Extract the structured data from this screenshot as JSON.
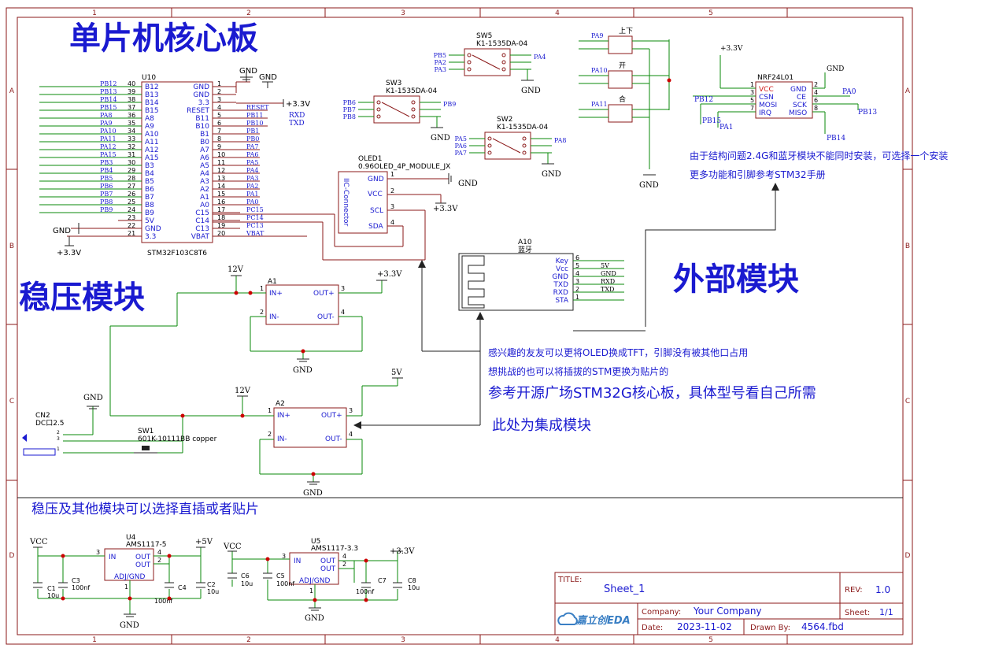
{
  "frame": {
    "cols_top": [
      "1",
      "2",
      "3",
      "4",
      "5"
    ],
    "cols_bottom": [
      "1",
      "2",
      "3",
      "4",
      "5"
    ],
    "rows_left": [
      "A",
      "B",
      "C",
      "D"
    ],
    "rows_right": [
      "A",
      "B",
      "C",
      "D"
    ]
  },
  "headings": {
    "mcu": "单片机核心板",
    "regulator": "稳压模块",
    "external": "外部模块",
    "bottom_note": "稳压及其他模块可以选择直插或者贴片"
  },
  "notes": {
    "nrf_line1": "由于结构问题2.4G和蓝牙模块不能同时安装，可选择一个安装",
    "nrf_line2": "更多功能和引脚参考STM32手册",
    "oled_line1": "感兴趣的友友可以更将OLED换成TFT，引脚没有被其他口占用",
    "oled_line2": "想挑战的也可以将插拔的STM更换为贴片的",
    "ref_line": "参考开源广场STM32G核心板，具体型号看自己所需",
    "module_line": "此处为集成模块"
  },
  "mcu": {
    "ref": "U10",
    "part": "STM32F103C8T6",
    "left_nets": [
      "PB12",
      "PB13",
      "PB14",
      "PB15",
      "PA8",
      "PA9",
      "PA10",
      "PA11",
      "PA12",
      "PA15",
      "PB3",
      "PB4",
      "PB5",
      "PB6",
      "PB7",
      "PB8",
      "PB9"
    ],
    "left_pins": [
      "40",
      "39",
      "38",
      "37",
      "36",
      "35",
      "34",
      "33",
      "32",
      "31",
      "30",
      "29",
      "28",
      "27",
      "26",
      "25",
      "24",
      "23",
      "22",
      "21"
    ],
    "left_names": [
      "B12",
      "B13",
      "B14",
      "B15",
      "A8",
      "A9",
      "A10",
      "A11",
      "A12",
      "A15",
      "B3",
      "B4",
      "B5",
      "B6",
      "B7",
      "B8",
      "B9",
      "5V",
      "GND",
      "3.3"
    ],
    "right_names": [
      "GND",
      "GND",
      "3.3",
      "RESET",
      "B11",
      "B10",
      "B1",
      "B0",
      "A7",
      "A6",
      "A5",
      "A4",
      "A3",
      "A2",
      "A1",
      "A0",
      "C15",
      "C14",
      "C13",
      "VBAT"
    ],
    "right_pins": [
      "1",
      "2",
      "3",
      "4",
      "5",
      "6",
      "7",
      "8",
      "9",
      "10",
      "11",
      "12",
      "13",
      "14",
      "15",
      "16",
      "17",
      "18",
      "19",
      "20"
    ],
    "right_nets": [
      "",
      "",
      "",
      "RESET",
      "RXD",
      "TXD",
      "PB1",
      "PB0",
      "PA7",
      "PA6",
      "PA5",
      "PA4",
      "PA3",
      "PA2",
      "PA1",
      "PA0",
      "PC15",
      "PC14",
      "PC13",
      "VBAT"
    ],
    "right_nets2": [
      "",
      "",
      "",
      "",
      "PB11",
      "PB10"
    ],
    "gnd": "GND",
    "v33": "+3.3V"
  },
  "oled": {
    "ref": "OLED1",
    "part": "0.96OLED_4P_MODULE_JX",
    "side": "IIC-Connector",
    "pins": [
      "GND",
      "VCC",
      "SCL",
      "SDA"
    ],
    "nums": [
      "1",
      "2",
      "3",
      "4"
    ],
    "gnd": "GND",
    "v33": "+3.3V"
  },
  "switches": [
    {
      "ref": "SW3",
      "part": "K1-1535DA-04",
      "nets": [
        "PB6",
        "PB7",
        "PB8"
      ],
      "out": "PB9",
      "gnd": "GND"
    },
    {
      "ref": "SW5",
      "part": "K1-1535DA-04",
      "nets": [
        "PB5",
        "PA2",
        "PA3"
      ],
      "out": "PA4",
      "gnd": "GND"
    },
    {
      "ref": "SW2",
      "part": "K1-1535DA-04",
      "nets": [
        "PA5",
        "PA6",
        "PA7"
      ],
      "out": "PA8",
      "gnd": "GND"
    }
  ],
  "buttons": {
    "labels": [
      "上下",
      "开",
      "合"
    ],
    "nets": [
      "PA9",
      "PA10",
      "PA11"
    ],
    "gnd": "GND"
  },
  "nrf": {
    "ref": "NRF24L01",
    "left": [
      "VCC",
      "CSN",
      "MOSI",
      "IRQ"
    ],
    "left_nums": [
      "1",
      "3",
      "5",
      "7"
    ],
    "right": [
      "GND",
      "CE",
      "SCK",
      "MISO"
    ],
    "right_nums": [
      "2",
      "4",
      "6",
      "8"
    ],
    "v33": "+3.3V",
    "gnd": "GND",
    "nets": [
      "PB12",
      "PB15",
      "PA1",
      "PA0",
      "PB13",
      "PB14"
    ]
  },
  "bt": {
    "ref": "A10",
    "name": "蓝牙",
    "pins": [
      "Key",
      "Vcc",
      "GND",
      "TXD",
      "RXD",
      "STA"
    ],
    "nums": [
      "6",
      "5",
      "4",
      "3",
      "2",
      "1"
    ],
    "nets": [
      "",
      "5V",
      "GND",
      "RXD",
      "TXD",
      ""
    ]
  },
  "reg1": {
    "ref": "A1",
    "pins": [
      "IN+",
      "IN-",
      "OUT+",
      "OUT-"
    ],
    "nums": [
      "1",
      "2",
      "3",
      "4"
    ],
    "in": "12V",
    "out": "+3.3V",
    "gnd": "GND"
  },
  "reg2": {
    "ref": "A2",
    "pins": [
      "IN+",
      "IN-",
      "OUT+",
      "OUT-"
    ],
    "nums": [
      "1",
      "2",
      "3",
      "4"
    ],
    "in": "12V",
    "out": "5V",
    "gnd": "GND"
  },
  "power_in": {
    "ref": "CN2",
    "part": "DC口2.5",
    "sw_ref": "SW1",
    "sw_part": "601K-10111BB copper",
    "gnd": "GND",
    "pins": [
      "2",
      "3",
      "1"
    ]
  },
  "ldo1": {
    "ref": "U4",
    "part": "AMS1117-5",
    "in": "VCC",
    "out": "+5V",
    "gnd": "GND",
    "pins": [
      "IN",
      "OUT",
      "OUT",
      "ADJ/GND"
    ],
    "nums": [
      "3",
      "4",
      "2",
      "1"
    ],
    "caps": [
      {
        "ref": "C1",
        "val": "10u"
      },
      {
        "ref": "C3",
        "val": "100nf"
      },
      {
        "ref": "C4",
        "val": "100nf"
      },
      {
        "ref": "C2",
        "val": "10u"
      }
    ]
  },
  "ldo2": {
    "ref": "U5",
    "part": "AMS1117-3.3",
    "in": "VCC",
    "out": "+3.3V",
    "gnd": "GND",
    "pins": [
      "IN",
      "OUT",
      "OUT",
      "ADJ/GND"
    ],
    "nums": [
      "3",
      "4",
      "2",
      "1"
    ],
    "caps": [
      {
        "ref": "C6",
        "val": "10u"
      },
      {
        "ref": "C5",
        "val": "100nf"
      },
      {
        "ref": "C7",
        "val": "100nf"
      },
      {
        "ref": "C8",
        "val": "10u"
      }
    ]
  },
  "titleblock": {
    "title_label": "TITLE:",
    "title": "Sheet_1",
    "rev_label": "REV:",
    "rev": "1.0",
    "company_label": "Company:",
    "company": "Your Company",
    "sheet_label": "Sheet:",
    "sheet": "1/1",
    "date_label": "Date:",
    "date": "2023-11-02",
    "drawn_label": "Drawn By:",
    "drawn": "4564.fbd",
    "logo": "嘉立创EDA"
  }
}
